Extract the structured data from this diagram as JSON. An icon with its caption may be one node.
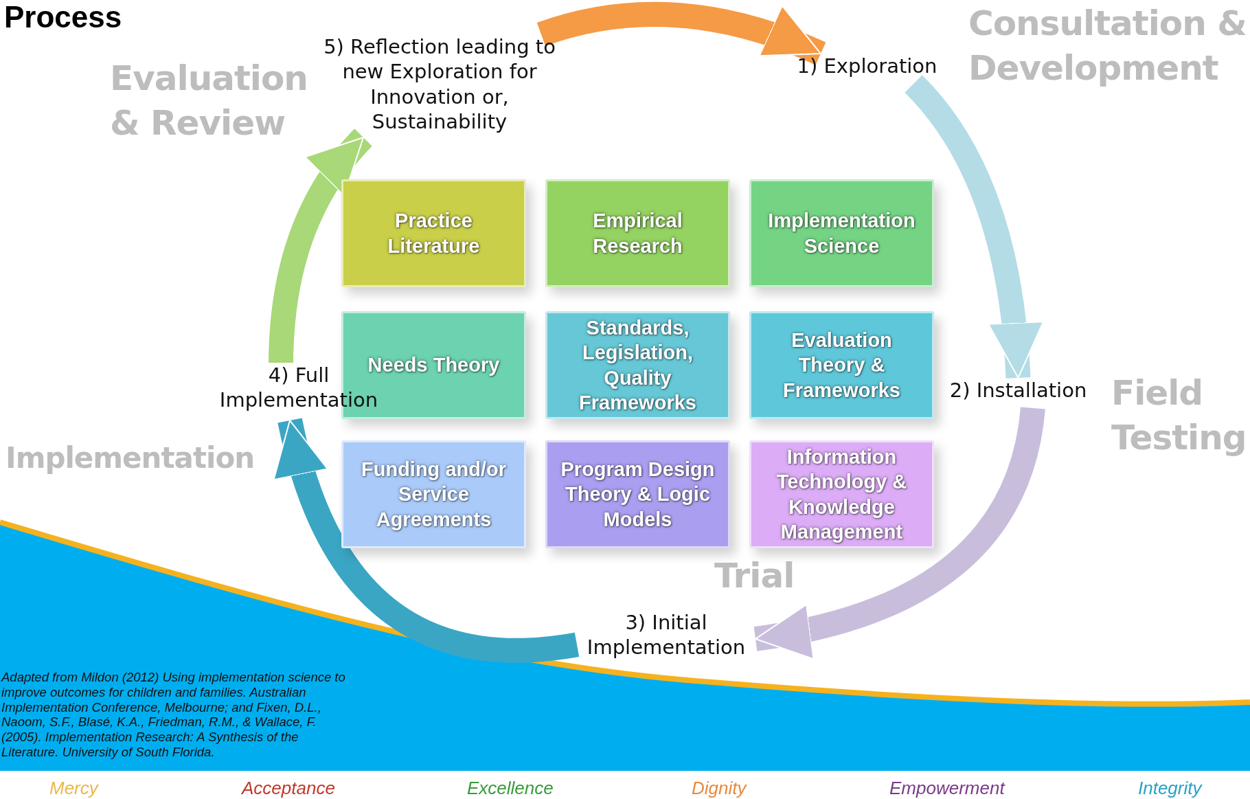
{
  "diagram": {
    "title": "Process",
    "caption": "Adapted from Mildon (2012) Using implementation science to improve outcomes for children and families. Australian Implementation Conference, Melbourne; and Fixen, D.L., Naoom, S.F., Blasé, K.A., Friedman, R.M., & Wallace, F. (2005). Implementation Research: A Synthesis of the Literature. University of South Florida.",
    "nodes": [
      {
        "text": [
          "5) Reflection leading to new Exploration for Innovation or, Sustainability"
        ]
      },
      {
        "text": [
          "1) Exploration"
        ]
      },
      {
        "text": [
          "Practice Literature"
        ]
      },
      {
        "text": [
          "Empirical Research"
        ]
      },
      {
        "text": [
          "Implementation Science"
        ]
      },
      {
        "text": [
          "Needs Theory"
        ]
      },
      {
        "text": [
          "Standards, Legislation, Quality Frameworks"
        ]
      },
      {
        "text": [
          "Evaluation Theory & Frameworks"
        ]
      },
      {
        "text": [
          "Funding and/or Service Agreements"
        ]
      },
      {
        "text": [
          "Program Design Theory & Logic Models"
        ]
      },
      {
        "text": [
          "Information Technology & Knowledge Management"
        ]
      },
      {
        "text": [
          "2) Installation"
        ]
      },
      {
        "text": [
          "4) Full Implementation"
        ]
      },
      {
        "text": [
          "3) Initial Implementation"
        ]
      }
    ],
    "edges": [
      {
        "from": 0,
        "to": 1,
        "arrow": "to",
        "color": "#f59a45"
      },
      {
        "from": 1,
        "to": 11,
        "arrow": "to",
        "color": "#b4dce6"
      },
      {
        "from": 11,
        "to": 13,
        "arrow": "to",
        "color": "#c8bedc"
      },
      {
        "from": 13,
        "to": 12,
        "arrow": "to",
        "color": "#3aa6c4"
      },
      {
        "from": 12,
        "to": 0,
        "arrow": "to",
        "color": "#a8d878"
      }
    ],
    "labels": [
      "Evaluation & Review",
      "Consultation & Development",
      "Field Testing",
      "Implementation",
      "Trial",
      "Mercy",
      "Acceptance",
      "Excellence",
      "Dignity",
      "Empowerment",
      "Integrity"
    ]
  }
}
